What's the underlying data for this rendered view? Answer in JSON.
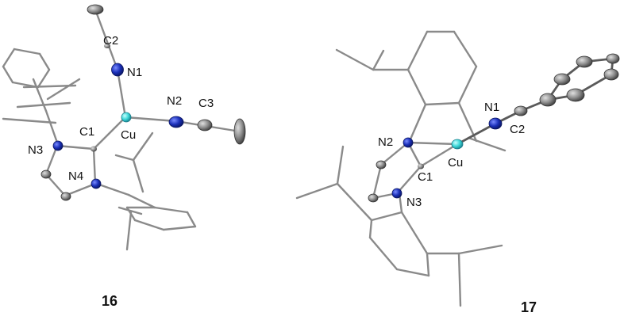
{
  "colors": {
    "nitrogen": "#1a2fb8",
    "copper": "#3ad6d6",
    "carbon": "#8c8c8c",
    "bond": "#8a8a8a"
  },
  "structure_16": {
    "compound_label": "16",
    "labels": {
      "c2": "C2",
      "n1": "N1",
      "n2": "N2",
      "c3": "C3",
      "c1": "C1",
      "cu": "Cu",
      "n3": "N3",
      "n4": "N4"
    }
  },
  "structure_17": {
    "compound_label": "17",
    "labels": {
      "n1": "N1",
      "c2": "C2",
      "n2": "N2",
      "cu": "Cu",
      "c1": "C1",
      "n3": "N3"
    }
  }
}
